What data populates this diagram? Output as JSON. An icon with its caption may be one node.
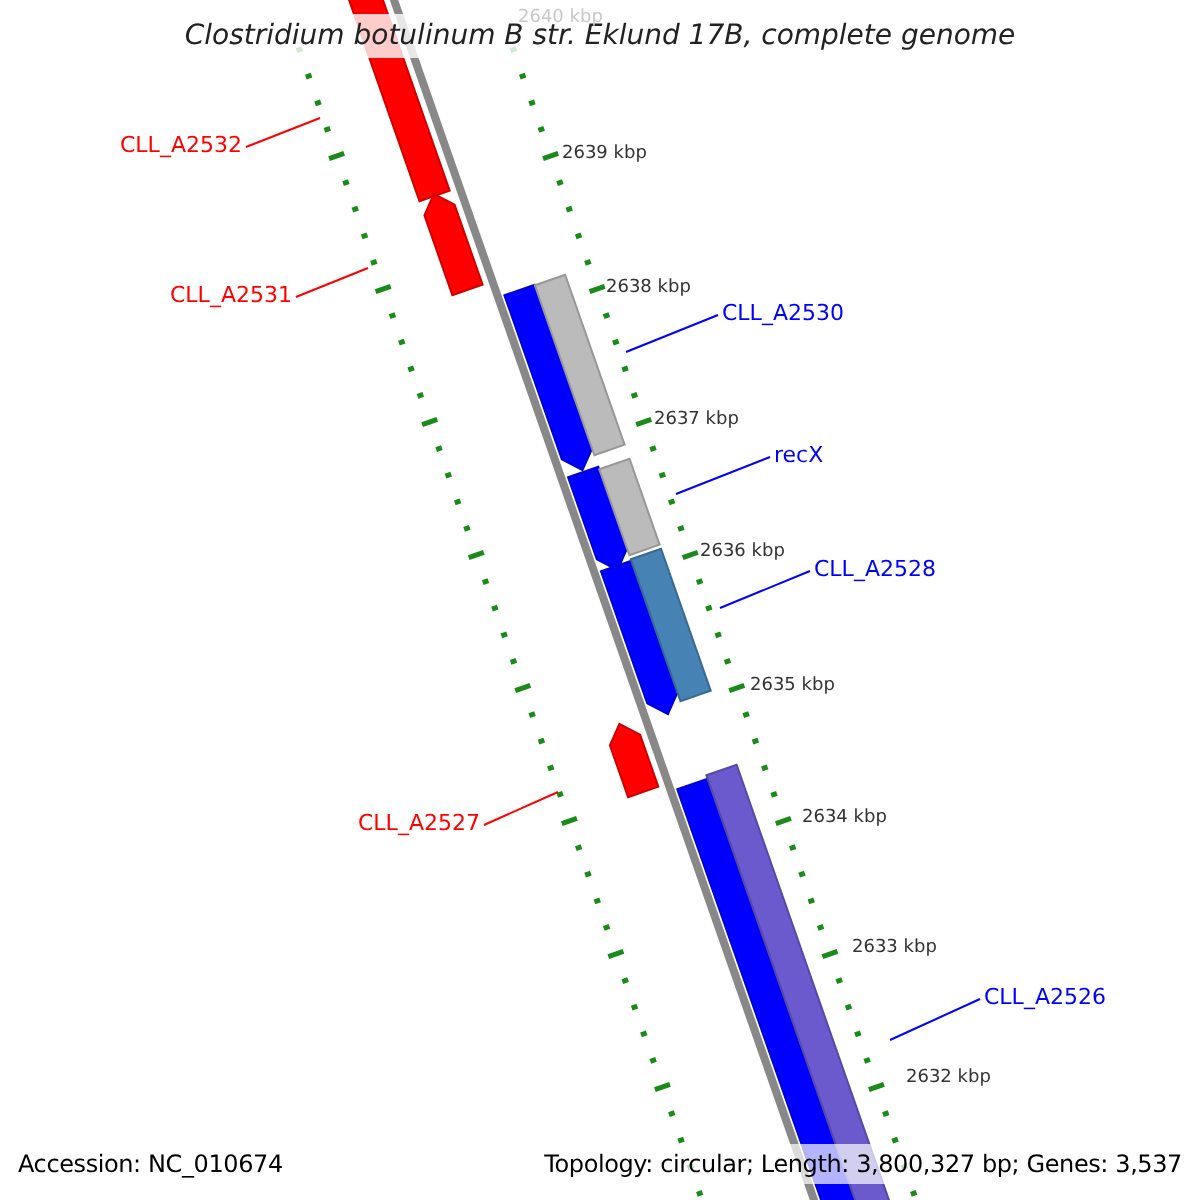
{
  "diagram": {
    "title": "Clostridium botulinum B str. Eklund 17B, complete genome",
    "nodes": [
      {
        "text": [
          "CLL_A2532"
        ]
      },
      {
        "text": [
          "CLL_A2531"
        ]
      },
      {
        "text": [
          "CLL_A2530"
        ]
      },
      {
        "text": [
          "recX"
        ]
      },
      {
        "text": [
          "CLL_A2528"
        ]
      },
      {
        "text": [
          "CLL_A2527"
        ]
      },
      {
        "text": [
          "CLL_A2526"
        ]
      }
    ],
    "edges": [
      {
        "from": 0,
        "to": null,
        "arrow": "none",
        "color": "#ff0000"
      },
      {
        "from": 1,
        "to": null,
        "arrow": "none",
        "color": "#ff0000"
      },
      {
        "from": 2,
        "to": null,
        "arrow": "none"
      },
      {
        "from": 3,
        "to": null,
        "arrow": "none"
      },
      {
        "from": 4,
        "to": null,
        "arrow": "none"
      },
      {
        "from": 5,
        "to": null,
        "arrow": "none",
        "color": "#ff0000"
      },
      {
        "from": 6,
        "to": null,
        "arrow": "none"
      }
    ],
    "labels": [
      "2640 kbp",
      "2639 kbp",
      "2638 kbp",
      "2637 kbp",
      "2636 kbp",
      "2635 kbp",
      "2634 kbp",
      "2633 kbp",
      "2632 kbp",
      "Accession: NC_010674",
      "Topology: circular; Length: 3,800,327 bp; Genes: 3,537"
    ]
  }
}
